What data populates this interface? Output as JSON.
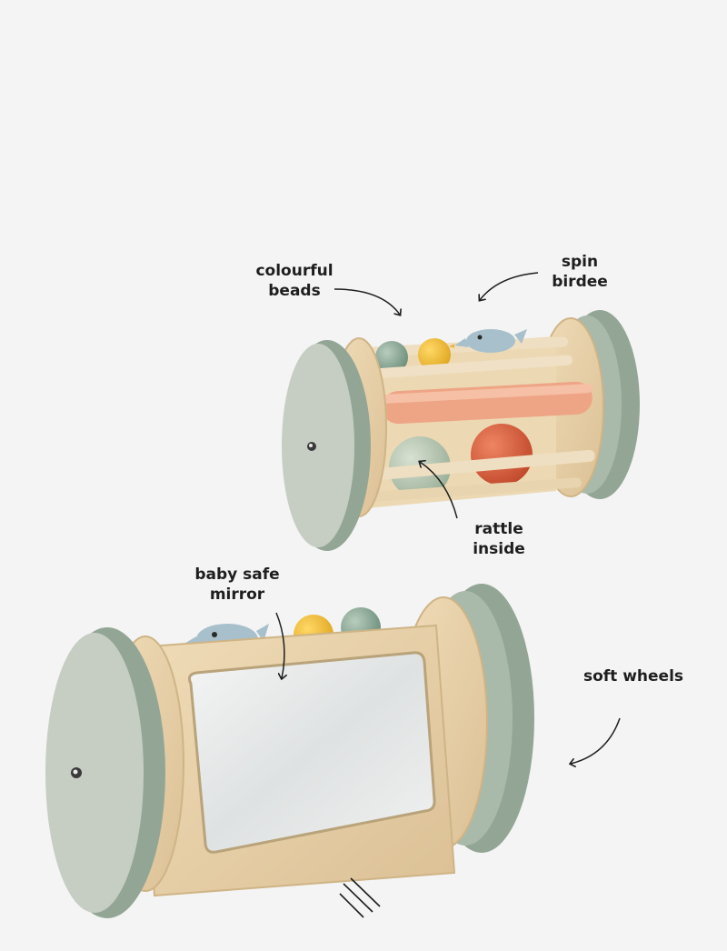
{
  "annotations": {
    "colourful_beads": {
      "line1": "colourful",
      "line2": "beads"
    },
    "spin_birdee": {
      "line1": "spin",
      "line2": "birdee"
    },
    "rattle_inside": {
      "line1": "rattle",
      "line2": "inside"
    },
    "baby_safe_mirror": {
      "line1": "baby safe",
      "line2": "mirror"
    },
    "soft_wheels": {
      "line1": "soft wheels"
    }
  },
  "colors": {
    "background": "#f4f4f4",
    "wheel_rim": "#97aa98",
    "wheel_face": "#c8cfc6",
    "wood": "#e8d2ac",
    "wood_dark": "#d2b789",
    "rod": "#eddcbc",
    "pink_rod": "#eea585",
    "bead_green": "#8faa98",
    "bead_yellow": "#f2c23c",
    "bead_red": "#d9613f",
    "bead_sage": "#bccab5",
    "bird_blue": "#a9c2cd",
    "mirror": "#e6e8e8",
    "text": "#1e1e1e"
  }
}
